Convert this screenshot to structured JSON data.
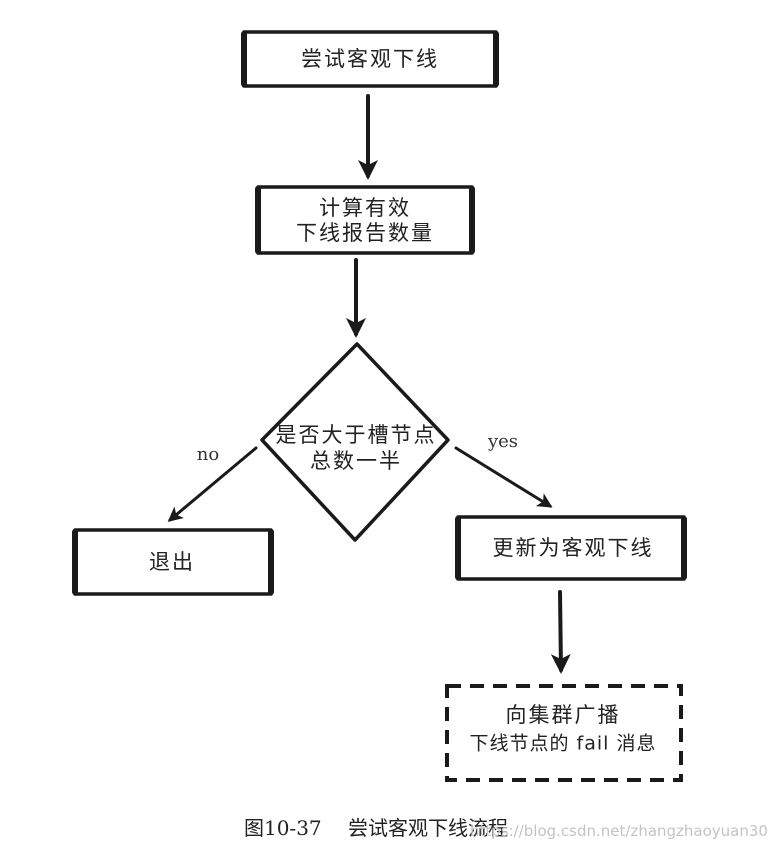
{
  "nodes": {
    "try_offline": "尝试客观下线",
    "count_reports": [
      "计算有效",
      "下线报告数量"
    ],
    "decision": [
      "是否大于槽节点",
      "总数一半"
    ],
    "exit": "退出",
    "update_offline": "更新为客观下线",
    "broadcast_fail": [
      "向集群广播",
      "下线节点的 fail 消息"
    ]
  },
  "edges": {
    "no_label": "no",
    "yes_label": "yes"
  },
  "caption": "图10-37　 尝试客观下线流程",
  "watermark": "https://blog.csdn.net/zhangzhaoyuan30"
}
